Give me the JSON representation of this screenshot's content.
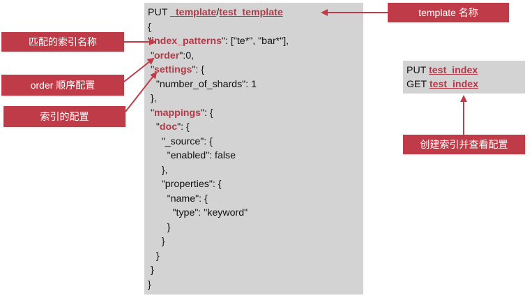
{
  "code_panel": {
    "lines": [
      [
        {
          "t": "PUT "
        },
        {
          "t": "_template",
          "c": "red ul"
        },
        {
          "t": "/"
        },
        {
          "t": "test_template",
          "c": "red ul"
        }
      ],
      [
        {
          "t": "{"
        }
      ],
      [
        {
          "t": "\""
        },
        {
          "t": "index_patterns",
          "c": "red"
        },
        {
          "t": "\": [\"te*\", \"bar*\"],"
        }
      ],
      [
        {
          "t": " \""
        },
        {
          "t": "order",
          "c": "red"
        },
        {
          "t": "\":0,"
        }
      ],
      [
        {
          "t": " \""
        },
        {
          "t": "settings",
          "c": "red"
        },
        {
          "t": "\": {"
        }
      ],
      [
        {
          "t": "   \"number_of_shards\": 1"
        }
      ],
      [
        {
          "t": " },"
        }
      ],
      [
        {
          "t": " \""
        },
        {
          "t": "mappings",
          "c": "red"
        },
        {
          "t": "\": {"
        }
      ],
      [
        {
          "t": "   \""
        },
        {
          "t": "doc",
          "c": "red"
        },
        {
          "t": "\": {"
        }
      ],
      [
        {
          "t": "     \"_source\": {"
        }
      ],
      [
        {
          "t": "       \"enabled\": false"
        }
      ],
      [
        {
          "t": "     },"
        }
      ],
      [
        {
          "t": "     \"properties\": {"
        }
      ],
      [
        {
          "t": "       \"name\": {"
        }
      ],
      [
        {
          "t": "         \"type\": \"keyword\""
        }
      ],
      [
        {
          "t": "       }"
        }
      ],
      [
        {
          "t": "     }"
        }
      ],
      [
        {
          "t": "   }"
        }
      ],
      [
        {
          "t": " }"
        }
      ],
      [
        {
          "t": "}"
        }
      ]
    ]
  },
  "side_panel": {
    "lines": [
      [
        {
          "t": "PUT "
        },
        {
          "t": "test_index",
          "c": "red ul"
        }
      ],
      [
        {
          "t": "GET "
        },
        {
          "t": "test_index",
          "c": "red ul"
        }
      ]
    ]
  },
  "labels": {
    "template_name": "template 名称",
    "index_match": "匹配的索引名称",
    "order": "order 顺序配置",
    "settings": "索引的配置",
    "create_view": "创建索引并查看配置"
  },
  "colors": {
    "accent": "#bf3b48",
    "panel": "#d3d3d3"
  }
}
